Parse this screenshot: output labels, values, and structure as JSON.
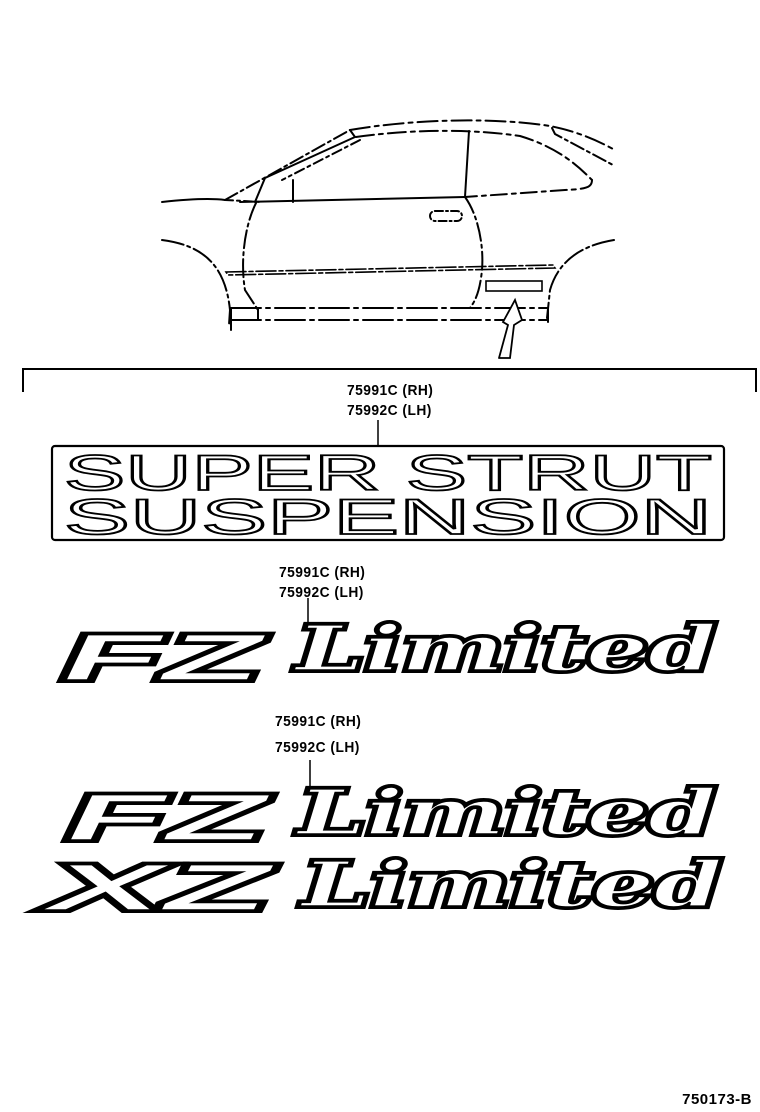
{
  "diagram": {
    "type": "parts-illustration",
    "subject": "side body emblems / stripe decals",
    "figure_number": "750173-B"
  },
  "callouts": [
    {
      "id": "super-strut",
      "rh": "75991C (RH)",
      "lh": "75992C (LH)"
    },
    {
      "id": "fz-limited-1",
      "rh": "75991C (RH)",
      "lh": "75992C (LH)"
    },
    {
      "id": "fz-xz-limited-2",
      "rh": "75991C (RH)",
      "lh": "75992C (LH)"
    }
  ],
  "emblems": {
    "super_strut_line1": "SUPER STRUT",
    "super_strut_line2": "SUSPENSION",
    "fz": "FZ",
    "xz": "XZ",
    "limited": "Limited"
  }
}
